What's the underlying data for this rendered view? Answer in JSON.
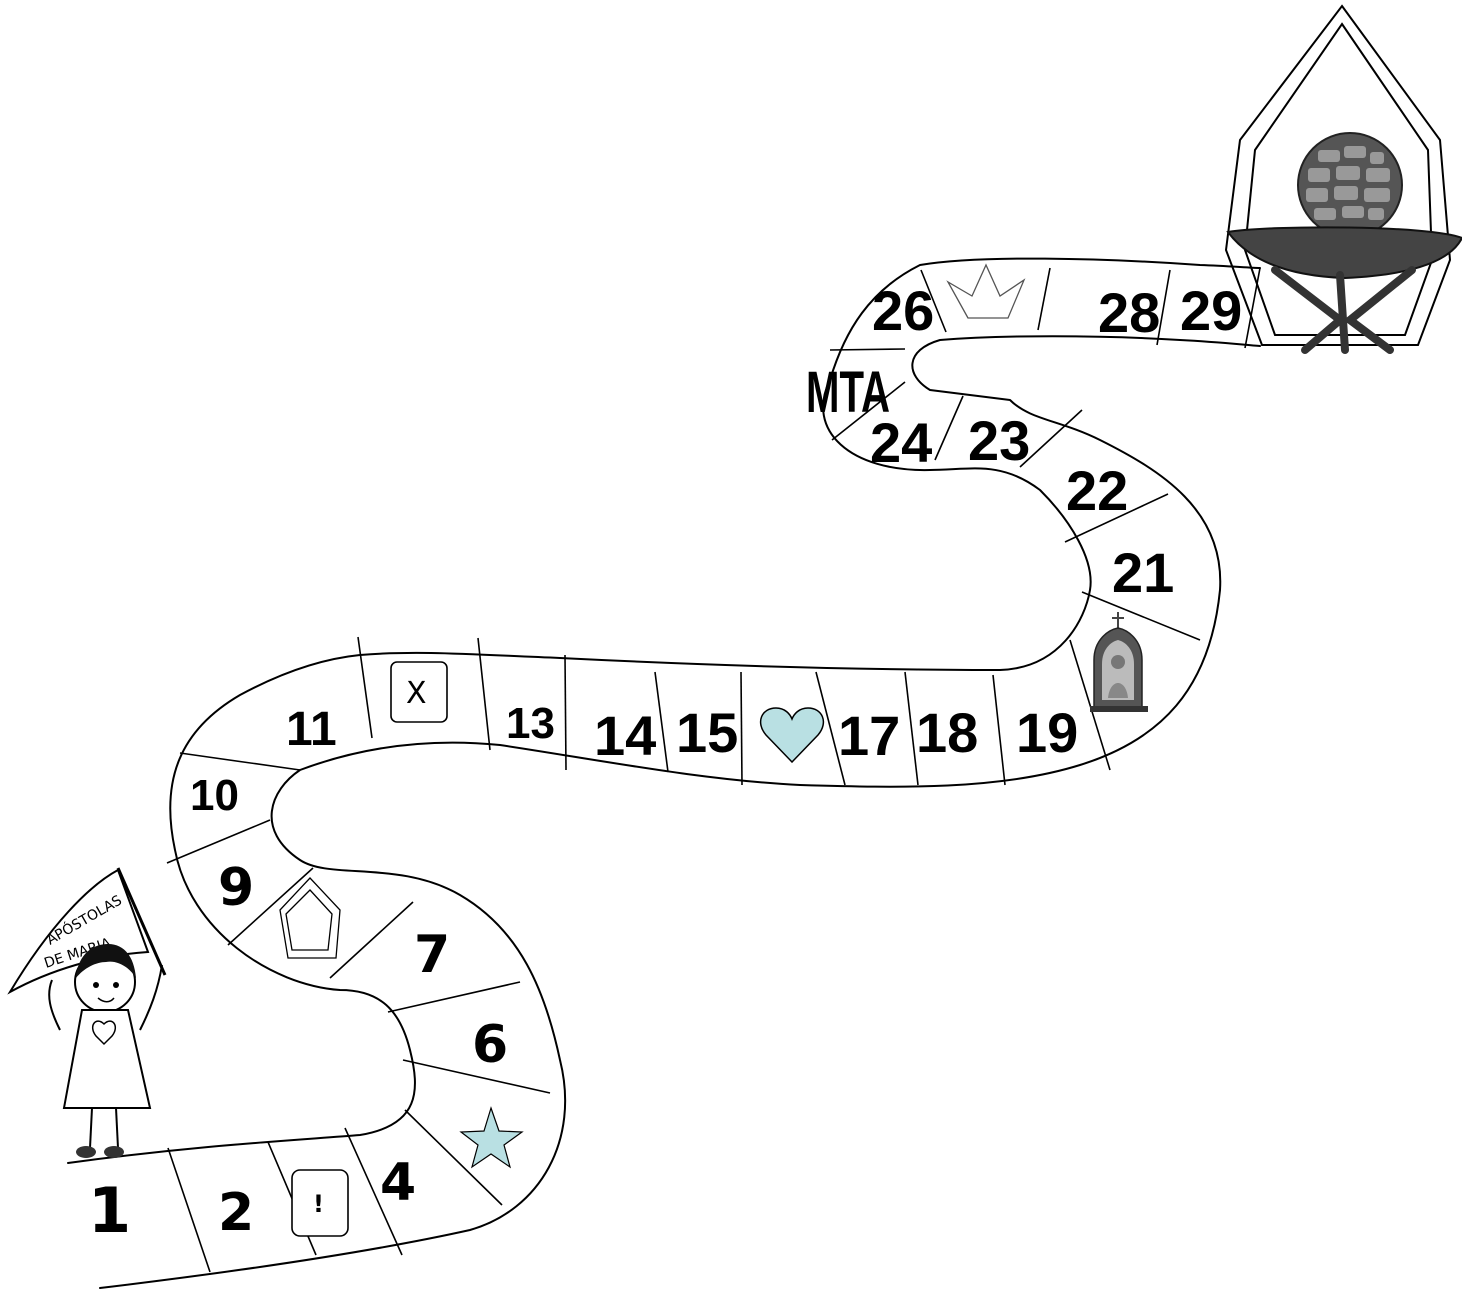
{
  "board": {
    "squares": [
      "1",
      "2",
      "4",
      "6",
      "7",
      "9",
      "10",
      "11",
      "13",
      "14",
      "15",
      "17",
      "18",
      "19",
      "21",
      "22",
      "23",
      "24",
      "26",
      "28",
      "29"
    ],
    "special_squares": {
      "warning_label": "!",
      "blocked_label": "X",
      "mta_label": "MTA"
    },
    "flag_text": {
      "line1": "APÓSTOLAS",
      "line2": "DE MARIA"
    },
    "icons": {
      "star_color": "#b9e0e3",
      "heart_color": "#b9e0e3",
      "line_color": "#000000"
    }
  }
}
